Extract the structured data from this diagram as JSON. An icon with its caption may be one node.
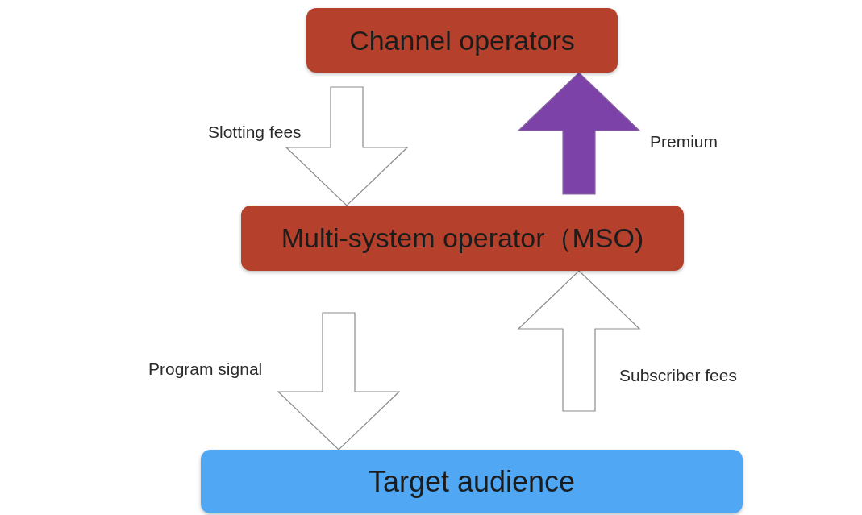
{
  "diagram": {
    "nodes": [
      {
        "text": [
          "Channel operators"
        ]
      },
      {
        "text": [
          "Multi-system operator（MSO)"
        ]
      },
      {
        "text": [
          "Target audience"
        ]
      }
    ],
    "edges": [
      {
        "from": 0,
        "to": 1,
        "arrow": "to",
        "label": "Slotting fees"
      },
      {
        "from": 1,
        "to": 0,
        "arrow": "to",
        "label": "Premium",
        "color": "#7d42a8"
      },
      {
        "from": 1,
        "to": 2,
        "arrow": "to",
        "label": "Program signal"
      },
      {
        "from": 2,
        "to": 1,
        "arrow": "to",
        "label": "Subscriber fees"
      }
    ]
  }
}
